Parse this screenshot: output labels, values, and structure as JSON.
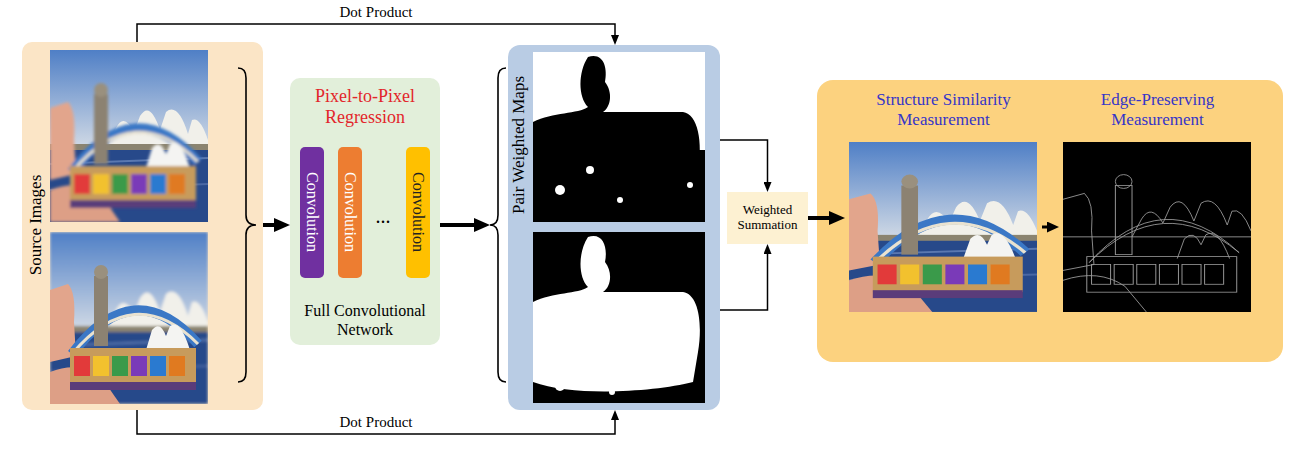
{
  "diagram": {
    "nodes": [
      {
        "text": [
          "Source Images"
        ]
      },
      {
        "text": [
          "Pixel-to-Pixel Regression",
          "Full Convolutional Network"
        ]
      },
      {
        "text": [
          "Convolution"
        ],
        "in": 1
      },
      {
        "text": [
          "Convolution"
        ],
        "in": 1
      },
      {
        "text": [
          "Convolution"
        ],
        "in": 1
      },
      {
        "text": [
          "Pair Weighted Maps"
        ]
      },
      {
        "text": [
          "Weighted Summation"
        ]
      },
      {
        "text": [
          "Structure Similarity Measurement"
        ]
      },
      {
        "text": [
          "Edge-Preserving Measurement"
        ]
      }
    ],
    "edges": [
      {
        "from": 0,
        "to": 1,
        "arrow": "to"
      },
      {
        "from": 0,
        "to": 5,
        "label": "Dot Product",
        "arrow": "to"
      },
      {
        "from": 0,
        "to": 5,
        "label": "Dot Product",
        "arrow": "to"
      },
      {
        "from": 1,
        "to": 5,
        "arrow": "to"
      },
      {
        "from": 5,
        "to": 6,
        "arrow": "to"
      },
      {
        "from": 5,
        "to": 6,
        "arrow": "to"
      },
      {
        "from": 6,
        "to": 7,
        "arrow": "to"
      },
      {
        "from": 7,
        "to": 8,
        "arrow": "to"
      }
    ],
    "labels": [
      "..."
    ]
  }
}
